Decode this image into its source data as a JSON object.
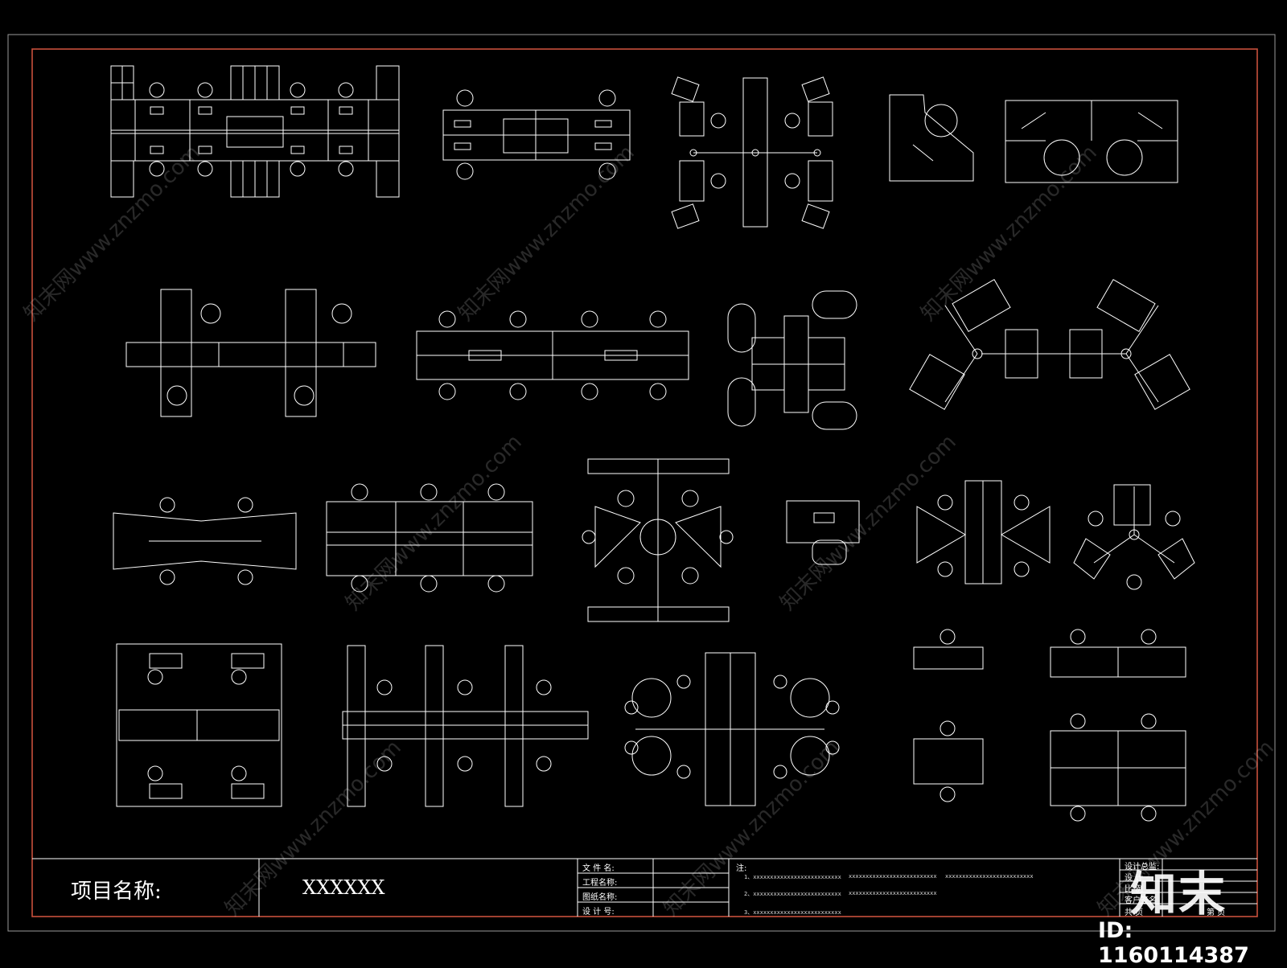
{
  "titleblock": {
    "project_label": "项目名称:",
    "project_value": "XXXXXX",
    "file_name_label": "文 件 名:",
    "engineering_name_label": "工程名称:",
    "drawing_name_label": "图纸名称:",
    "design_no_label": "设 计 号:",
    "notes_label": "注:",
    "note_1a": "1、xxxxxxxxxxxxxxxxxxxxxxxxxx",
    "note_1b": "xxxxxxxxxxxxxxxxxxxxxxxxxx",
    "note_1c": "xxxxxxxxxxxxxxxxxxxxxxxxxx",
    "note_2a": "2、xxxxxxxxxxxxxxxxxxxxxxxxxx",
    "note_2b": "xxxxxxxxxxxxxxxxxxxxxxxxxx",
    "note_3a": "3、xxxxxxxxxxxxxxxxxxxxxxxxxx",
    "design_director_label": "设计总监:",
    "designer_label": "设    计",
    "scale_label": "比    例",
    "client_label": "客户签名",
    "total_pages_label": "共    页",
    "page_no_label": "第    页"
  },
  "watermark": {
    "brand": "知末",
    "id_label": "ID: 1160114387",
    "site_text": "知末网www.znzmo.com"
  },
  "colors": {
    "background": "#000000",
    "line": "#ffffff",
    "border": "#c8503c"
  }
}
